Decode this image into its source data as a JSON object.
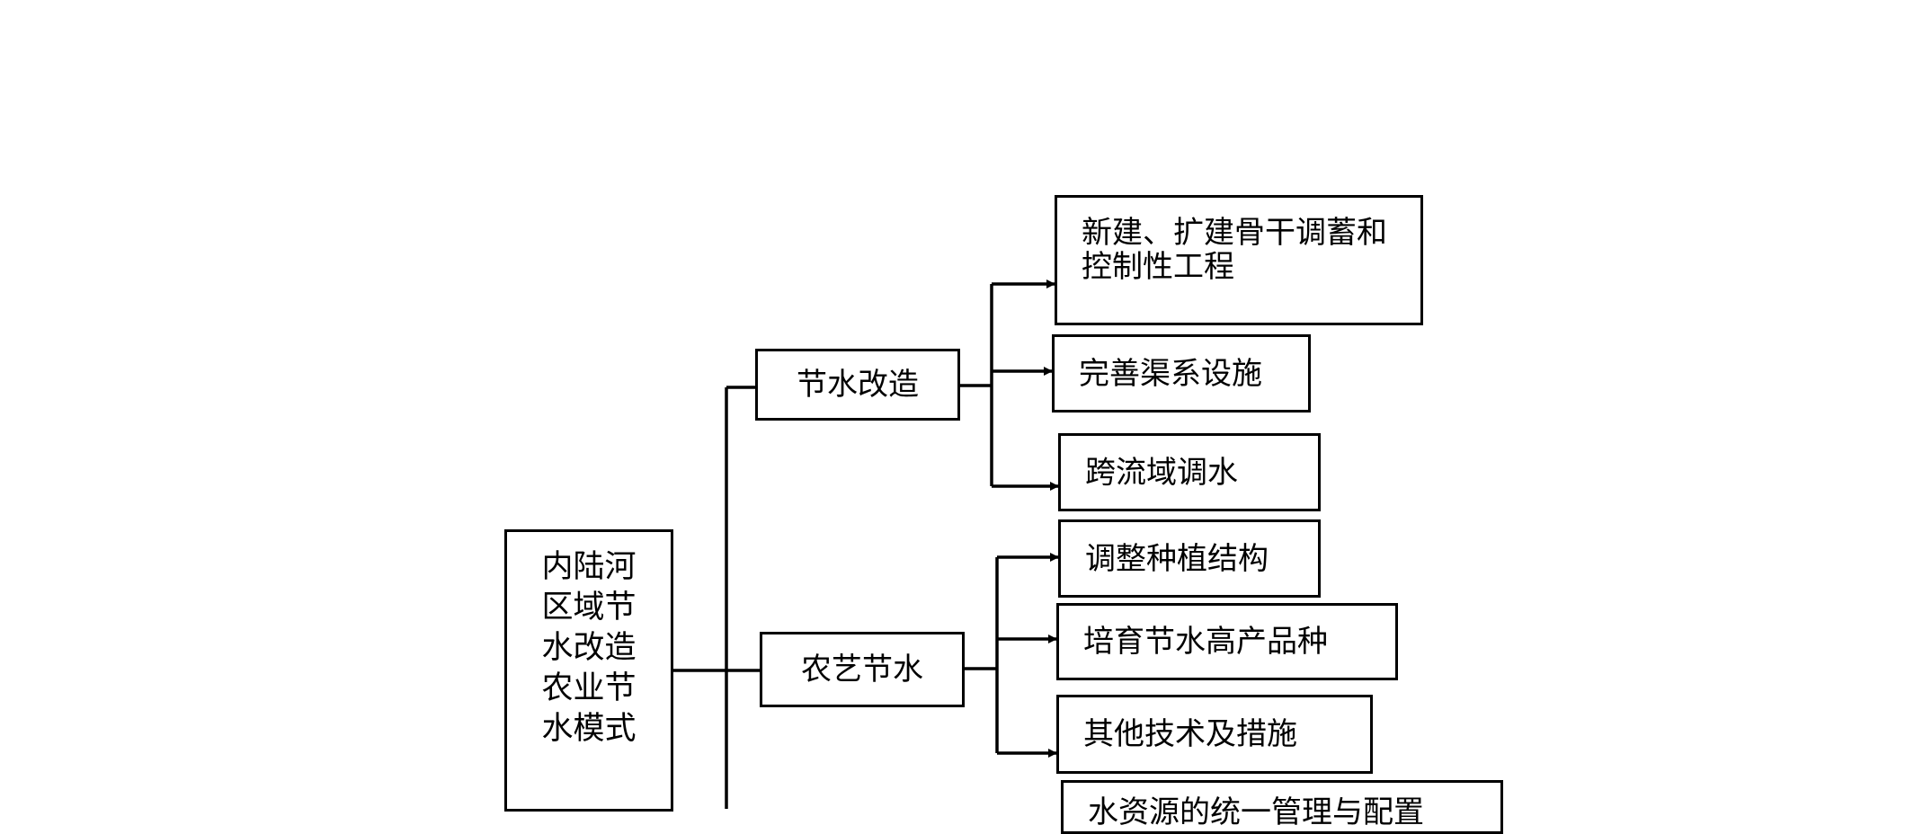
{
  "diagram": {
    "root": {
      "label": "内陆河区域节水改造农业节水模式"
    },
    "branches": [
      {
        "label": "节水改造",
        "children": [
          "新建、扩建骨干调蓄和控制性工程",
          "完善渠系设施",
          "跨流域调水"
        ]
      },
      {
        "label": "农艺节水",
        "children": [
          "调整种植结构",
          "培育节水高产品种",
          "其他技术及措施",
          "水资源的统一管理与配置"
        ]
      }
    ]
  },
  "colors": {
    "stroke": "#000000",
    "background": "#ffffff"
  }
}
